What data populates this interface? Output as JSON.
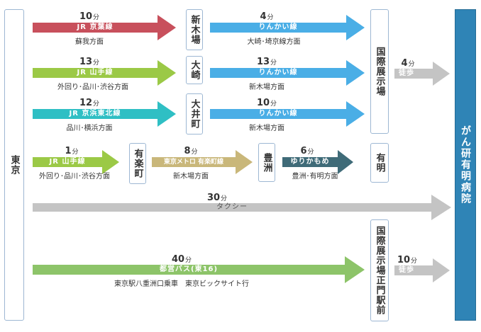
{
  "stations": {
    "tokyo": "東京",
    "shinkiba": "新木場",
    "osaki": "大崎",
    "oimachi": "大井町",
    "yurakucho": "有楽町",
    "toyosu": "豊洲",
    "kokusai_tenjijo": "国際展示場",
    "ariake": "有明",
    "kokusai_tenjijo_seimon": "国際展示場正門駅前",
    "destination": "がん研有明病院"
  },
  "routes": [
    {
      "id": "keiyo",
      "minutes": "10",
      "unit": "分",
      "line": "JR 京葉線",
      "direction": "蘇我方面",
      "color": "#c8505c"
    },
    {
      "id": "rinkai-1",
      "minutes": "4",
      "unit": "分",
      "line": "りんかい線",
      "direction": "大崎･埼京線方面",
      "color": "#4aaee6"
    },
    {
      "id": "yamanote-1",
      "minutes": "13",
      "unit": "分",
      "line": "JR 山手線",
      "direction": "外回り･品川･渋谷方面",
      "color": "#9bc946"
    },
    {
      "id": "rinkai-2",
      "minutes": "13",
      "unit": "分",
      "line": "りんかい線",
      "direction": "新木場方面",
      "color": "#4aaee6"
    },
    {
      "id": "keihin",
      "minutes": "12",
      "unit": "分",
      "line": "JR 京浜東北線",
      "direction": "品川･横浜方面",
      "color": "#2fbfc4"
    },
    {
      "id": "rinkai-3",
      "minutes": "10",
      "unit": "分",
      "line": "りんかい線",
      "direction": "新木場方面",
      "color": "#4aaee6"
    },
    {
      "id": "yamanote-2",
      "minutes": "1",
      "unit": "分",
      "line": "JR 山手線",
      "direction": "外回り･品川･渋谷方面",
      "color": "#9bc946"
    },
    {
      "id": "yurakucho-line",
      "minutes": "8",
      "unit": "分",
      "line": "東京メトロ 有楽町線",
      "direction": "新木場方面",
      "color": "#c9b77a"
    },
    {
      "id": "yurikamome",
      "minutes": "6",
      "unit": "分",
      "line": "ゆりかもめ",
      "direction": "豊洲･有明方面",
      "color": "#3f6b78"
    },
    {
      "id": "taxi",
      "minutes": "30",
      "unit": "分",
      "line": "タクシー",
      "direction": "",
      "color": "#c4c4c4"
    },
    {
      "id": "bus",
      "minutes": "40",
      "unit": "分",
      "line": "都営バス(東16)",
      "direction": "東京駅八重洲口乗車　東京ビックサイト行",
      "color": "#8dc469"
    }
  ],
  "walks": [
    {
      "id": "walk-1",
      "minutes": "4",
      "unit": "分",
      "label": "徒歩",
      "color": "#c4c4c4"
    },
    {
      "id": "walk-2",
      "minutes": "10",
      "unit": "分",
      "label": "徒歩",
      "color": "#c4c4c4"
    }
  ]
}
